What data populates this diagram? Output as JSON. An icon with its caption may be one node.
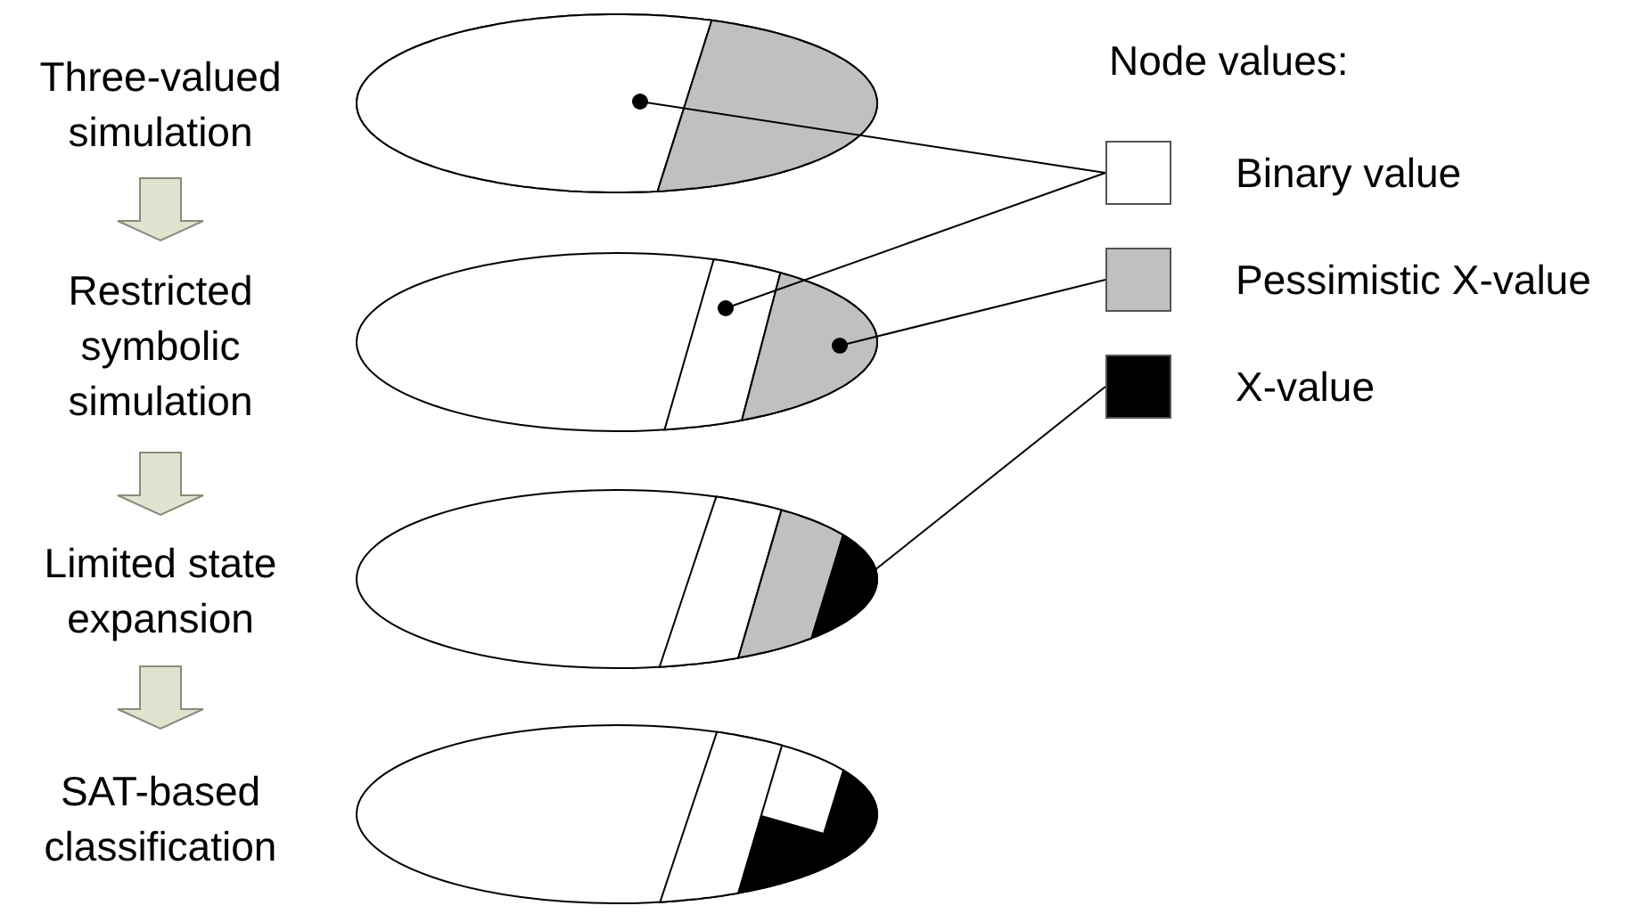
{
  "diagram": {
    "nodes": [
      {
        "text": [
          "Three-valued simulation"
        ]
      },
      {
        "text": [],
        "shape": "ellipse"
      },
      {
        "text": [],
        "shape": "region",
        "in": 1
      },
      {
        "text": [],
        "shape": "region",
        "in": 1
      },
      {
        "text": [
          "Restricted symbolic simulation"
        ]
      },
      {
        "text": [],
        "shape": "ellipse"
      },
      {
        "text": [],
        "shape": "region",
        "in": 5
      },
      {
        "text": [],
        "shape": "region",
        "in": 5
      },
      {
        "text": [
          "Limited state expansion"
        ]
      },
      {
        "text": [],
        "shape": "ellipse"
      },
      {
        "text": [],
        "shape": "region",
        "in": 9
      },
      {
        "text": [],
        "shape": "region",
        "in": 9
      },
      {
        "text": [],
        "shape": "region",
        "in": 9
      },
      {
        "text": [
          "SAT-based classification"
        ]
      },
      {
        "text": [],
        "shape": "ellipse"
      },
      {
        "text": [],
        "shape": "region",
        "in": 14
      },
      {
        "text": [],
        "shape": "region",
        "in": 14
      },
      {
        "text": [],
        "shape": "box",
        "beside": [
          "Binary value"
        ]
      },
      {
        "text": [],
        "shape": "box",
        "beside": [
          "Pessimistic X-value"
        ]
      },
      {
        "text": [],
        "shape": "box",
        "beside": [
          "X-value"
        ]
      }
    ],
    "edges": [
      {
        "from": 0,
        "to": 4,
        "arrow": "to",
        "style": "thick"
      },
      {
        "from": 4,
        "to": 8,
        "arrow": "to",
        "style": "thick"
      },
      {
        "from": 8,
        "to": 13,
        "arrow": "to",
        "style": "thick"
      },
      {
        "from": 2,
        "to": 17,
        "arrow": "other"
      },
      {
        "from": 6,
        "to": 17,
        "arrow": "other"
      },
      {
        "from": 7,
        "to": 18,
        "arrow": "other"
      },
      {
        "from": 12,
        "to": 19,
        "arrow": "other"
      }
    ],
    "labels": [
      "Node values:"
    ]
  }
}
